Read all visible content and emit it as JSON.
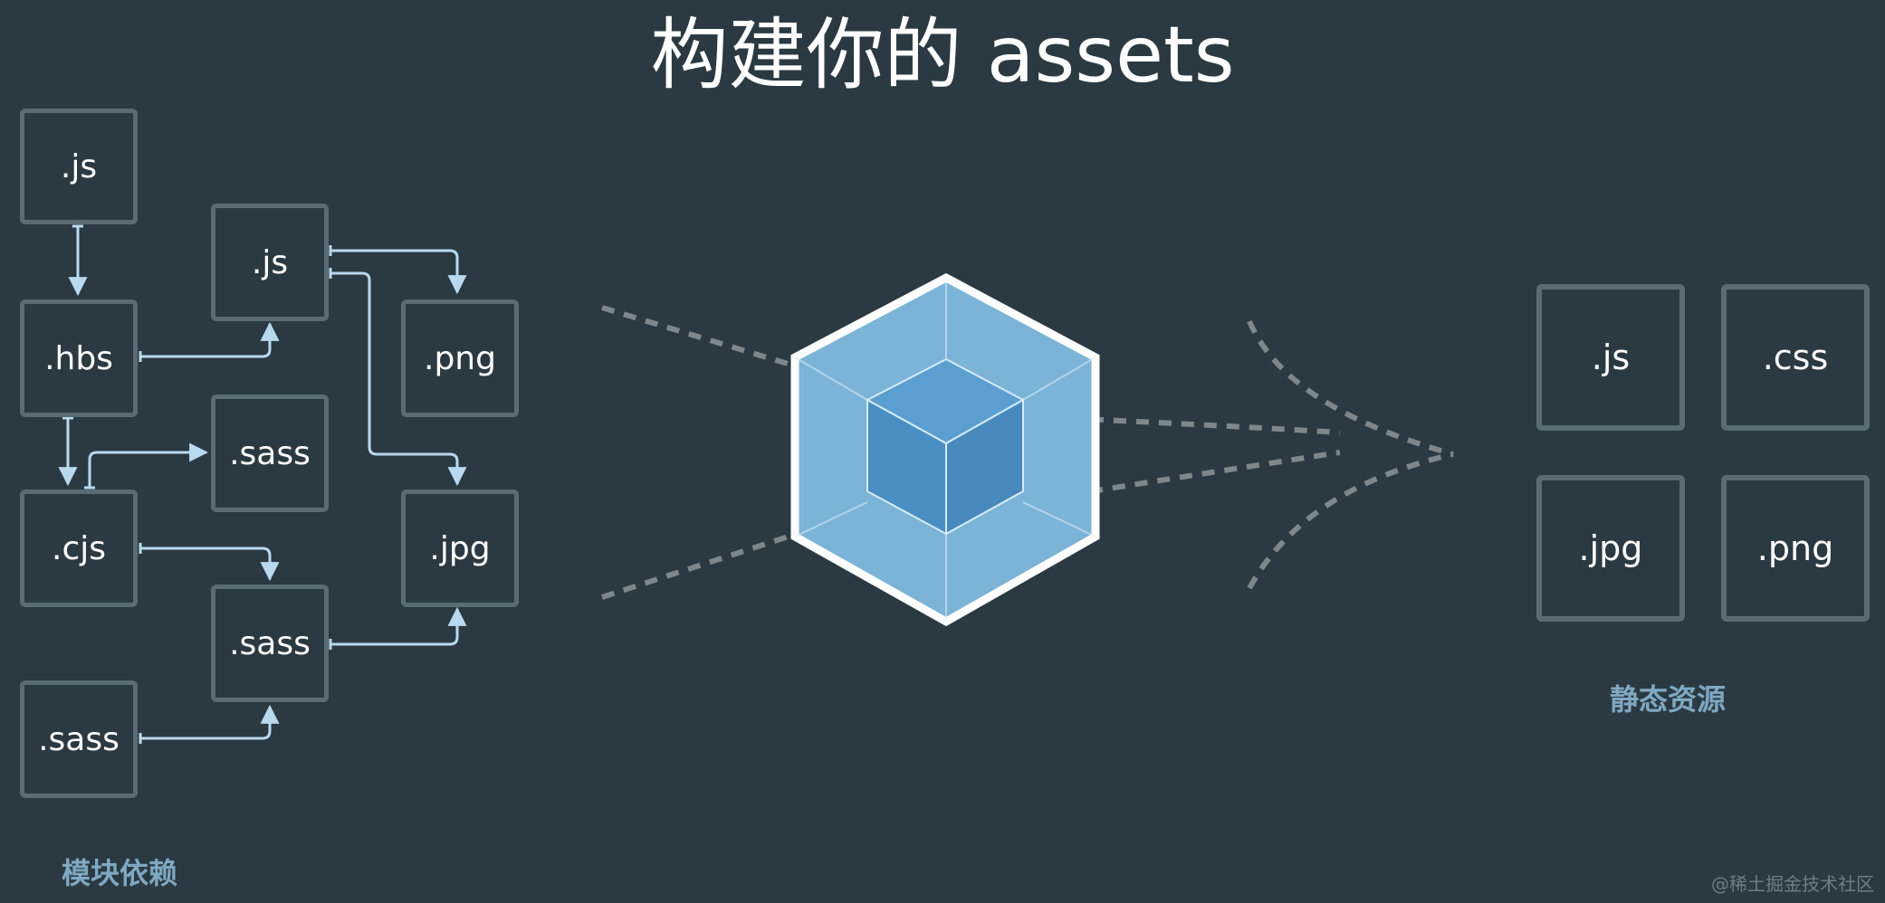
{
  "title": "构建你的 assets",
  "left": {
    "caption": "模块依赖",
    "boxes": [
      ".js",
      ".js",
      ".hbs",
      ".png",
      ".sass",
      ".cjs",
      ".jpg",
      ".sass",
      ".sass"
    ]
  },
  "right": {
    "caption": "静态资源",
    "boxes": [
      ".js",
      ".css",
      ".jpg",
      ".png"
    ]
  },
  "watermark": "@稀土掘金技术社区",
  "colors": {
    "background": "#2b3a42",
    "box_border": "#5b6b73",
    "arrow": "#b8d9ee",
    "dashes": "#7d878c",
    "cube_outer": "#8ec3e2",
    "cube_inner": "#4d93c6"
  }
}
